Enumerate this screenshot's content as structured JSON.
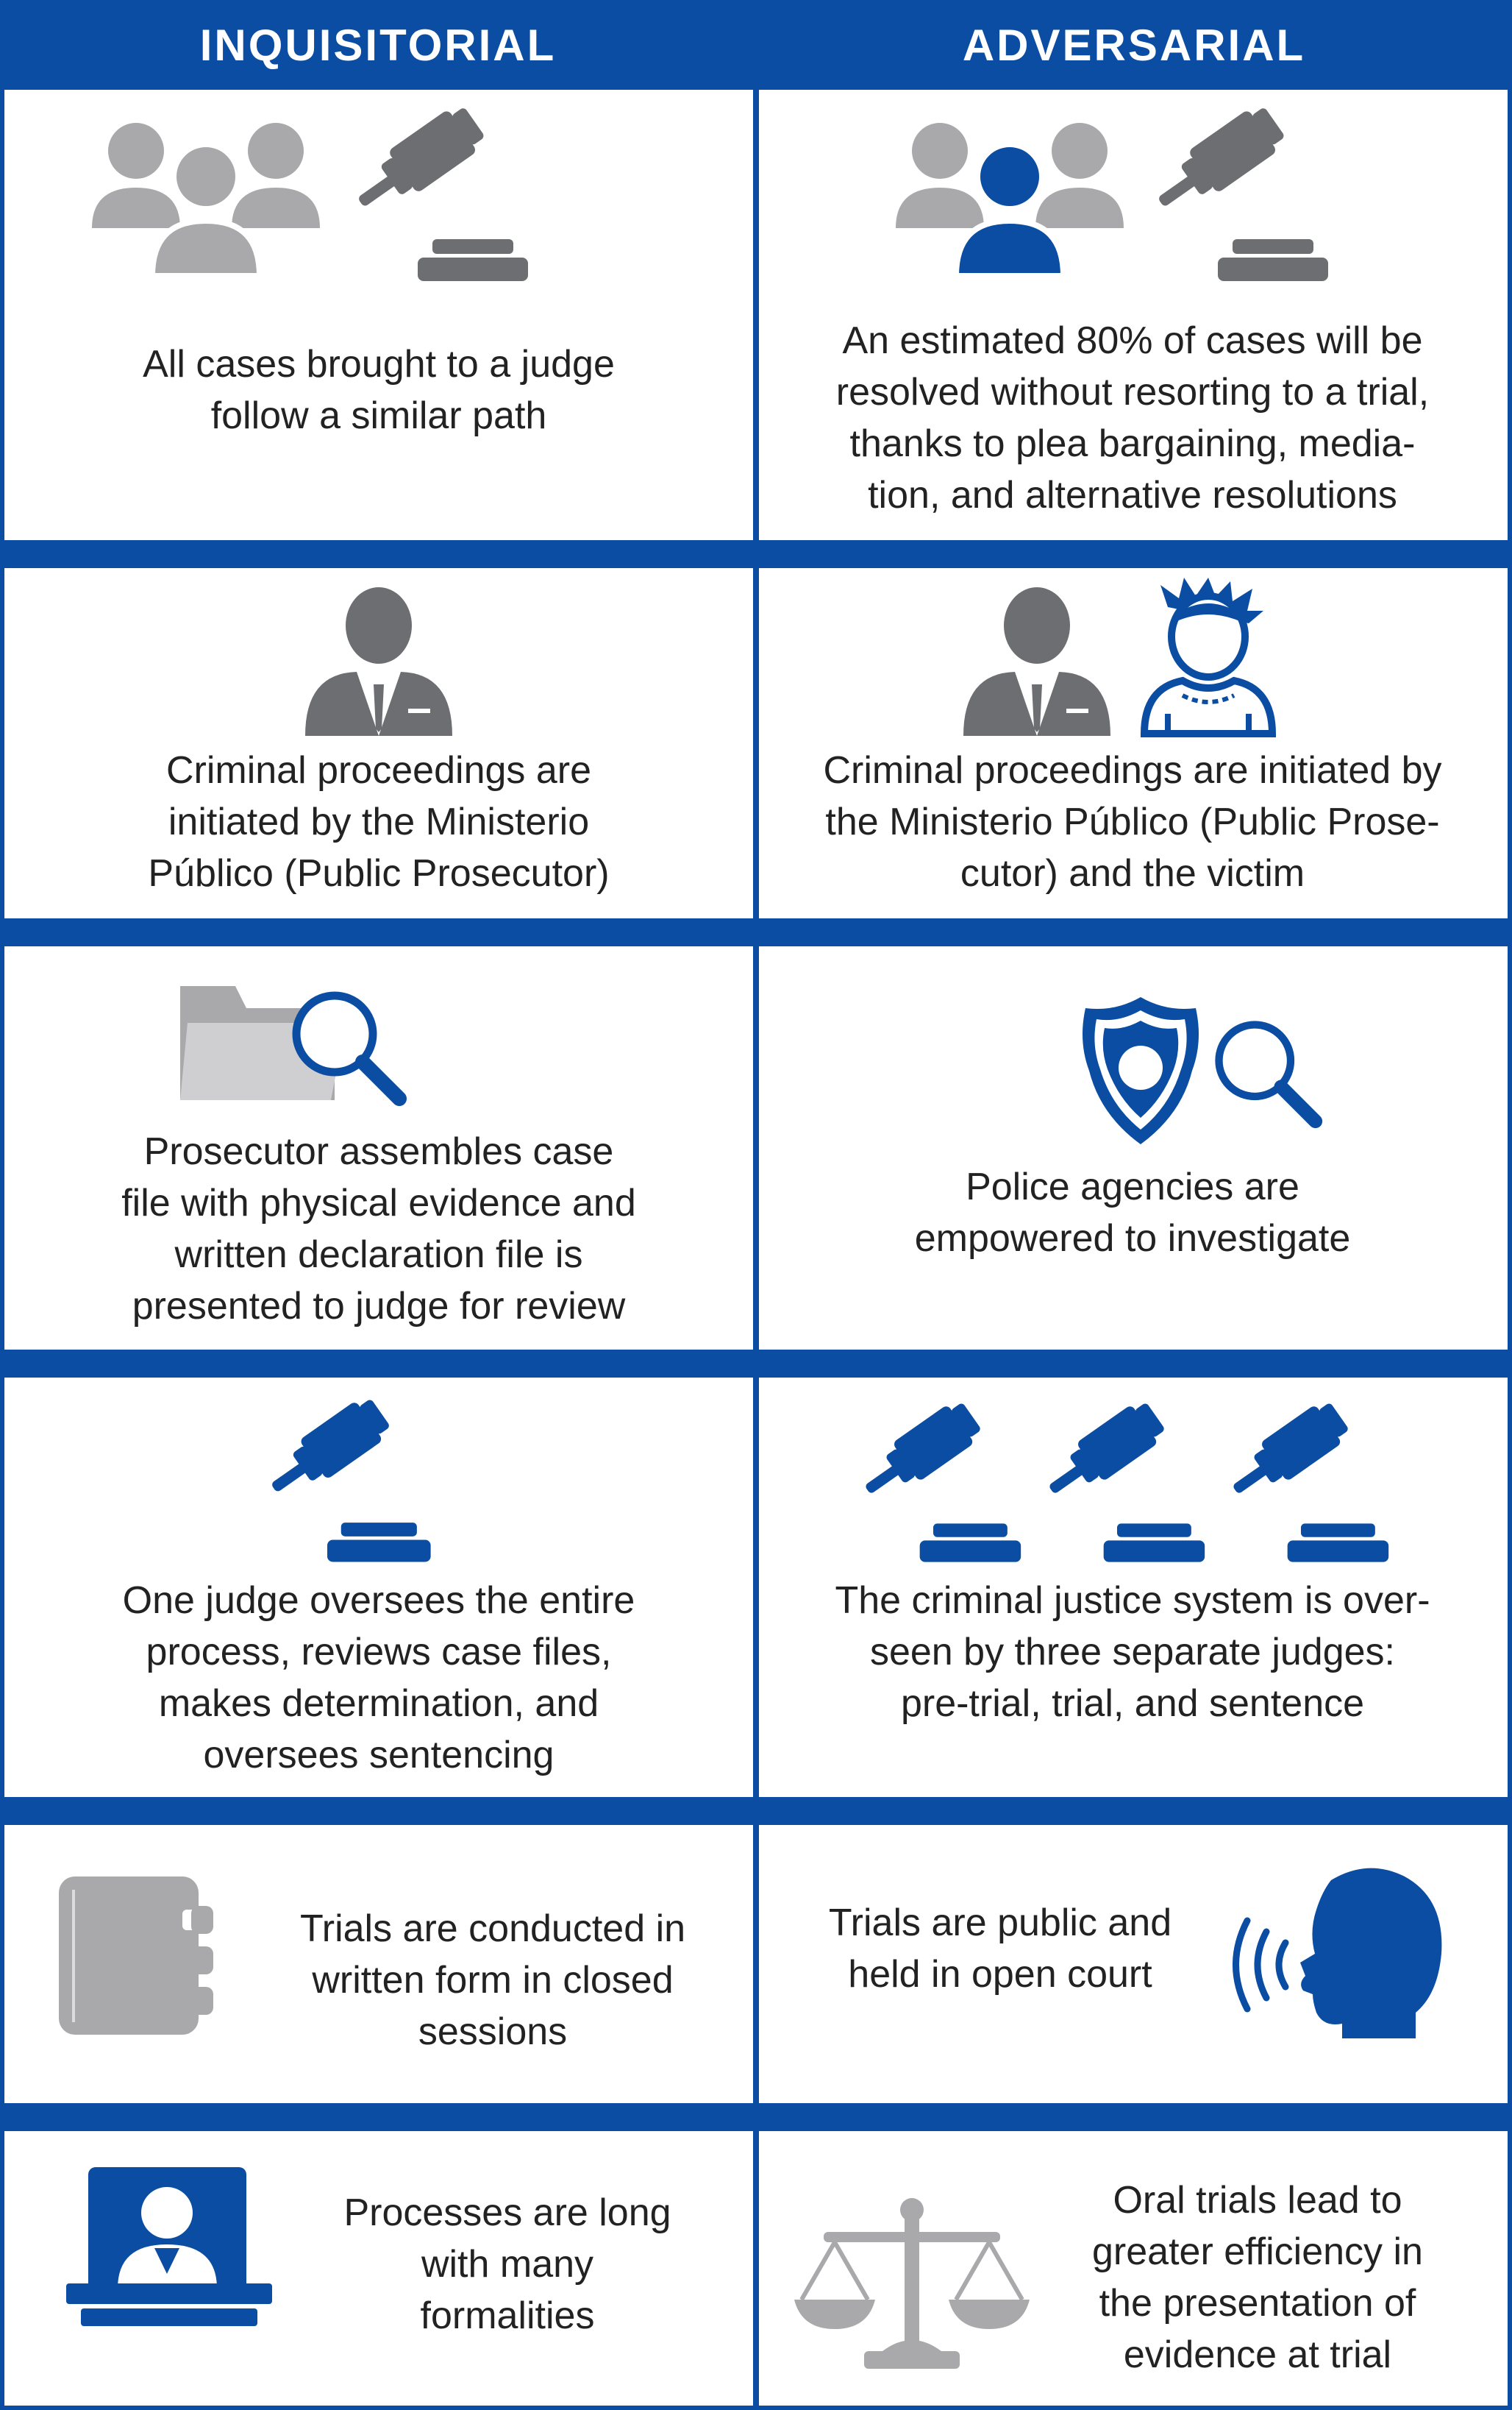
{
  "headers": {
    "left": "INQUISITORIAL",
    "right": "ADVERSARIAL"
  },
  "colors": {
    "blue": "#0a4da2",
    "gray": "#a9a9ab",
    "darkgray": "#6d6e71"
  },
  "rows": [
    {
      "left": {
        "text": "All cases brought to a judge\nfollow a similar path",
        "icons": [
          "people-group-icon",
          "gavel-icon"
        ]
      },
      "right": {
        "text": "An estimated 80% of cases will be\nresolved without resorting to a trial,\nthanks to plea bargaining, media-\ntion, and alternative resolutions",
        "icons": [
          "people-group-icon",
          "gavel-icon"
        ]
      }
    },
    {
      "left": {
        "text": "Criminal proceedings are\ninitiated by the Ministerio\nPúblico (Public Prosecutor)",
        "icons": [
          "prosecutor-icon"
        ]
      },
      "right": {
        "text": "Criminal proceedings are initiated by\nthe Ministerio Público (Public Prose-\ncutor) and the victim",
        "icons": [
          "prosecutor-icon",
          "victim-icon"
        ]
      }
    },
    {
      "left": {
        "text": "Prosecutor assembles case\nfile with physical evidence and\nwritten declaration file is\npresented to judge for review",
        "icons": [
          "folder-icon",
          "magnifier-icon"
        ]
      },
      "right": {
        "text": "Police agencies are\nempowered to investigate",
        "icons": [
          "police-badge-icon",
          "magnifier-icon"
        ]
      }
    },
    {
      "left": {
        "text": "One judge oversees the entire\nprocess, reviews case files,\nmakes determination, and\noversees sentencing",
        "icons": [
          "gavel-icon"
        ]
      },
      "right": {
        "text": "The criminal justice system is over-\nseen by three separate judges:\npre-trial, trial, and sentence",
        "icons": [
          "gavel-icon",
          "gavel-icon",
          "gavel-icon"
        ]
      }
    },
    {
      "left": {
        "text": "Trials are conducted in\nwritten form in closed\nsessions",
        "icons": [
          "binder-icon"
        ]
      },
      "right": {
        "text": "Trials are public and\nheld in open court",
        "icons": [
          "speaking-head-icon"
        ]
      }
    },
    {
      "left": {
        "text": "Processes are long\nwith many\nformalities",
        "icons": [
          "judge-bench-icon"
        ]
      },
      "right": {
        "text": "Oral trials lead to\ngreater efficiency in\nthe presentation of\nevidence at trial",
        "icons": [
          "scales-icon"
        ]
      }
    }
  ]
}
